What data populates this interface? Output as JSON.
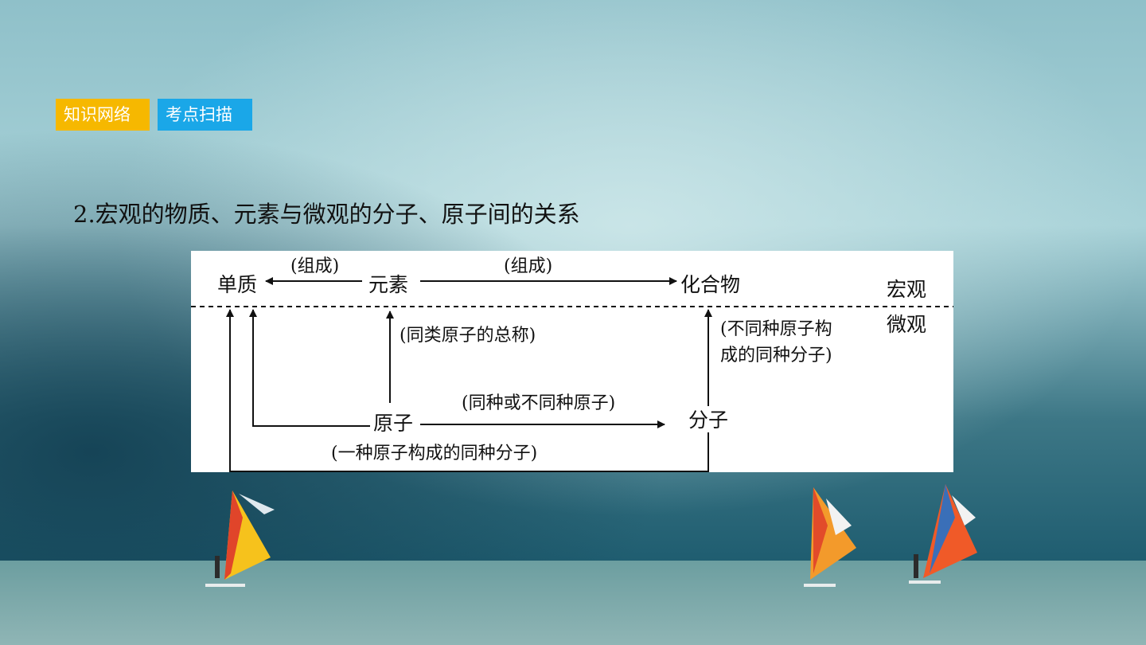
{
  "tabs": [
    {
      "label": "知识网络",
      "color": "#f6b800"
    },
    {
      "label": "考点扫描",
      "color": "#1aa7e8"
    }
  ],
  "heading": "2.宏观的物质、元素与微观的分子、原子间的关系",
  "diagram": {
    "nodes": {
      "simple_substance": "单质",
      "element": "元素",
      "compound": "化合物",
      "atom": "原子",
      "molecule": "分子"
    },
    "levels": {
      "macro": "宏观",
      "micro": "微观"
    },
    "edge_labels": {
      "element_to_simple": "(组成)",
      "element_to_compound": "(组成)",
      "atom_to_element": "(同类原子的总称)",
      "molecule_to_compound_line1": "(不同种原子构",
      "molecule_to_compound_line2": "成的同种分子)",
      "atom_to_molecule": "(同种或不同种原子)",
      "molecule_to_simple": "(一种原子构成的同种分子)"
    }
  }
}
